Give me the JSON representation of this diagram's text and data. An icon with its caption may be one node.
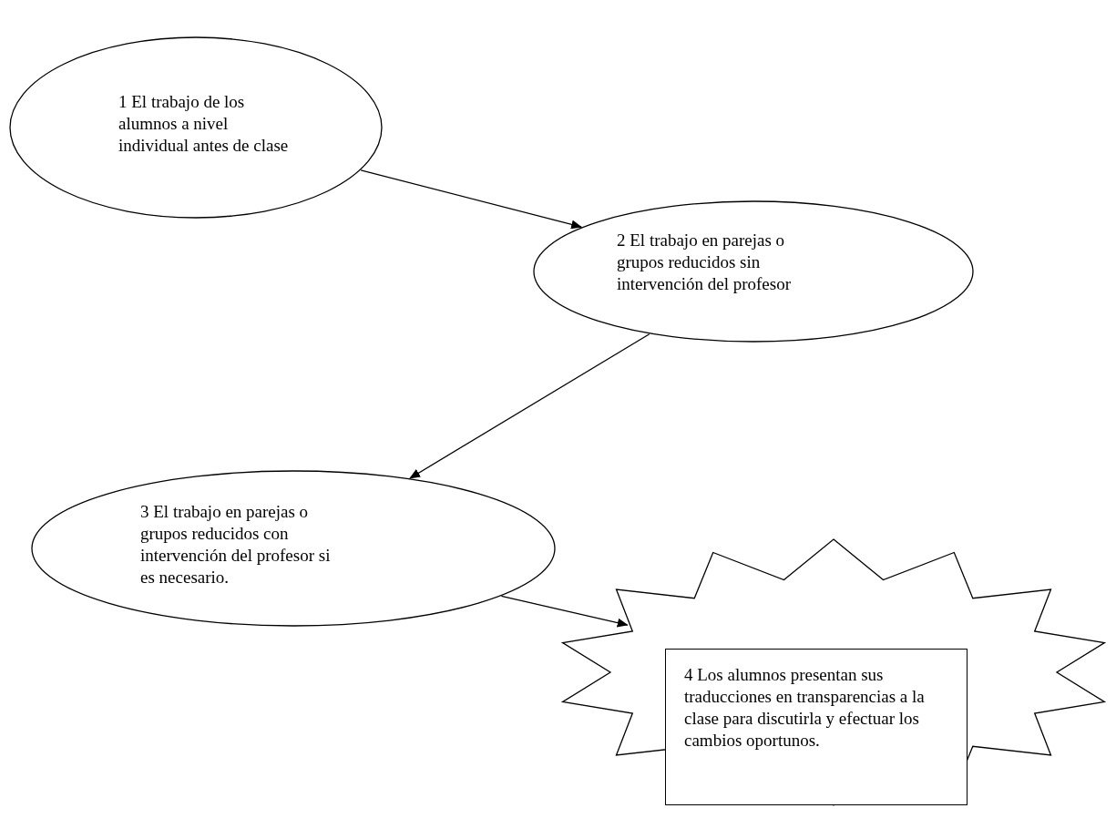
{
  "diagram": {
    "nodes": [
      {
        "text": [
          "1 El trabajo de los alumnos a nivel individual antes de clase"
        ]
      },
      {
        "text": [
          "2 El trabajo en parejas o grupos reducidos sin intervención del profesor"
        ]
      },
      {
        "text": [
          "3 El trabajo en parejas o grupos reducidos con intervención del profesor si es necesario."
        ]
      },
      {
        "text": [],
        "shape": "star"
      },
      {
        "text": [
          "4 Los alumnos presentan sus traducciones en transparencias a la clase para discutirla y efectuar los cambios oportunos."
        ],
        "in": 3
      }
    ],
    "edges": [
      {
        "from": 0,
        "to": 1,
        "arrow": "to"
      },
      {
        "from": 1,
        "to": 2,
        "arrow": "to"
      },
      {
        "from": 2,
        "to": 3,
        "arrow": "to"
      }
    ]
  }
}
